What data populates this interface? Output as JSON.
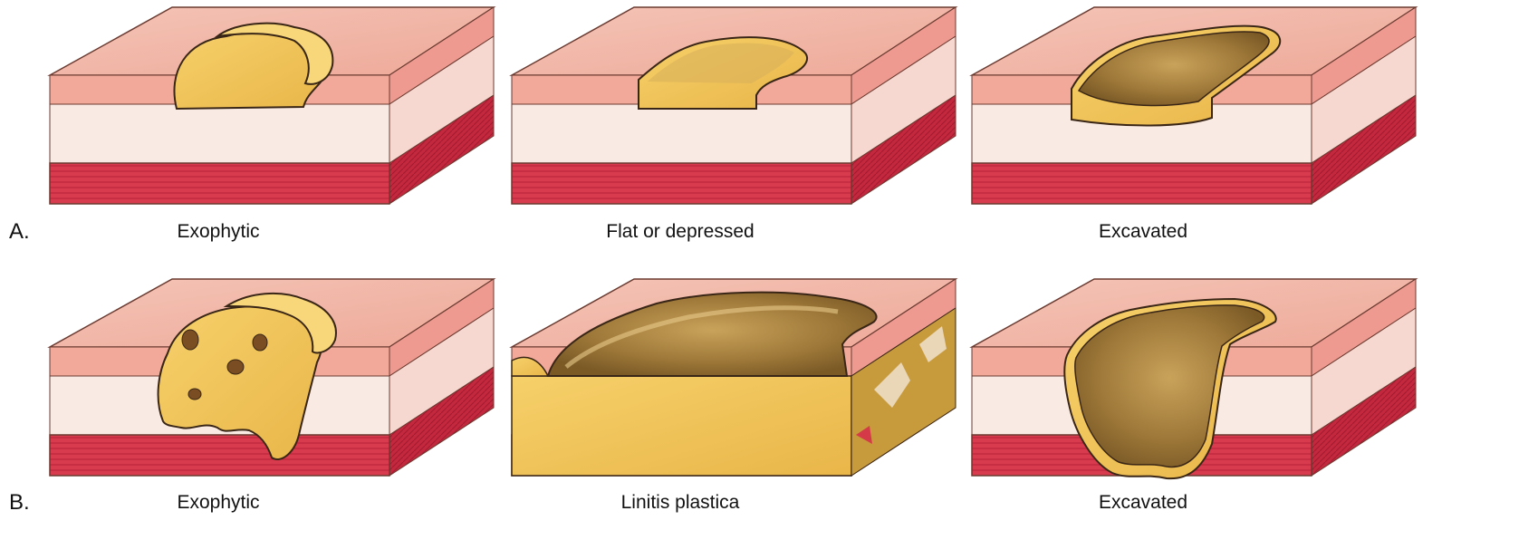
{
  "rows": [
    {
      "label": "A.",
      "panels": [
        {
          "caption": "Exophytic"
        },
        {
          "caption": "Flat or depressed"
        },
        {
          "caption": "Excavated"
        }
      ]
    },
    {
      "label": "B.",
      "panels": [
        {
          "caption": "Exophytic"
        },
        {
          "caption": "Linitis plastica"
        },
        {
          "caption": "Excavated"
        }
      ]
    }
  ],
  "colors": {
    "mucosa_top": "#f2b8a8",
    "mucosa_front": "#f0a898",
    "submucosa": "#f9e9e3",
    "muscle": "#d8344a",
    "muscle_side": "#c02038",
    "side_pink": "#ec8f88",
    "tumor_yellow": "#f0c45a",
    "tumor_dark": "#8a6a2e",
    "outline": "#3a2616"
  }
}
